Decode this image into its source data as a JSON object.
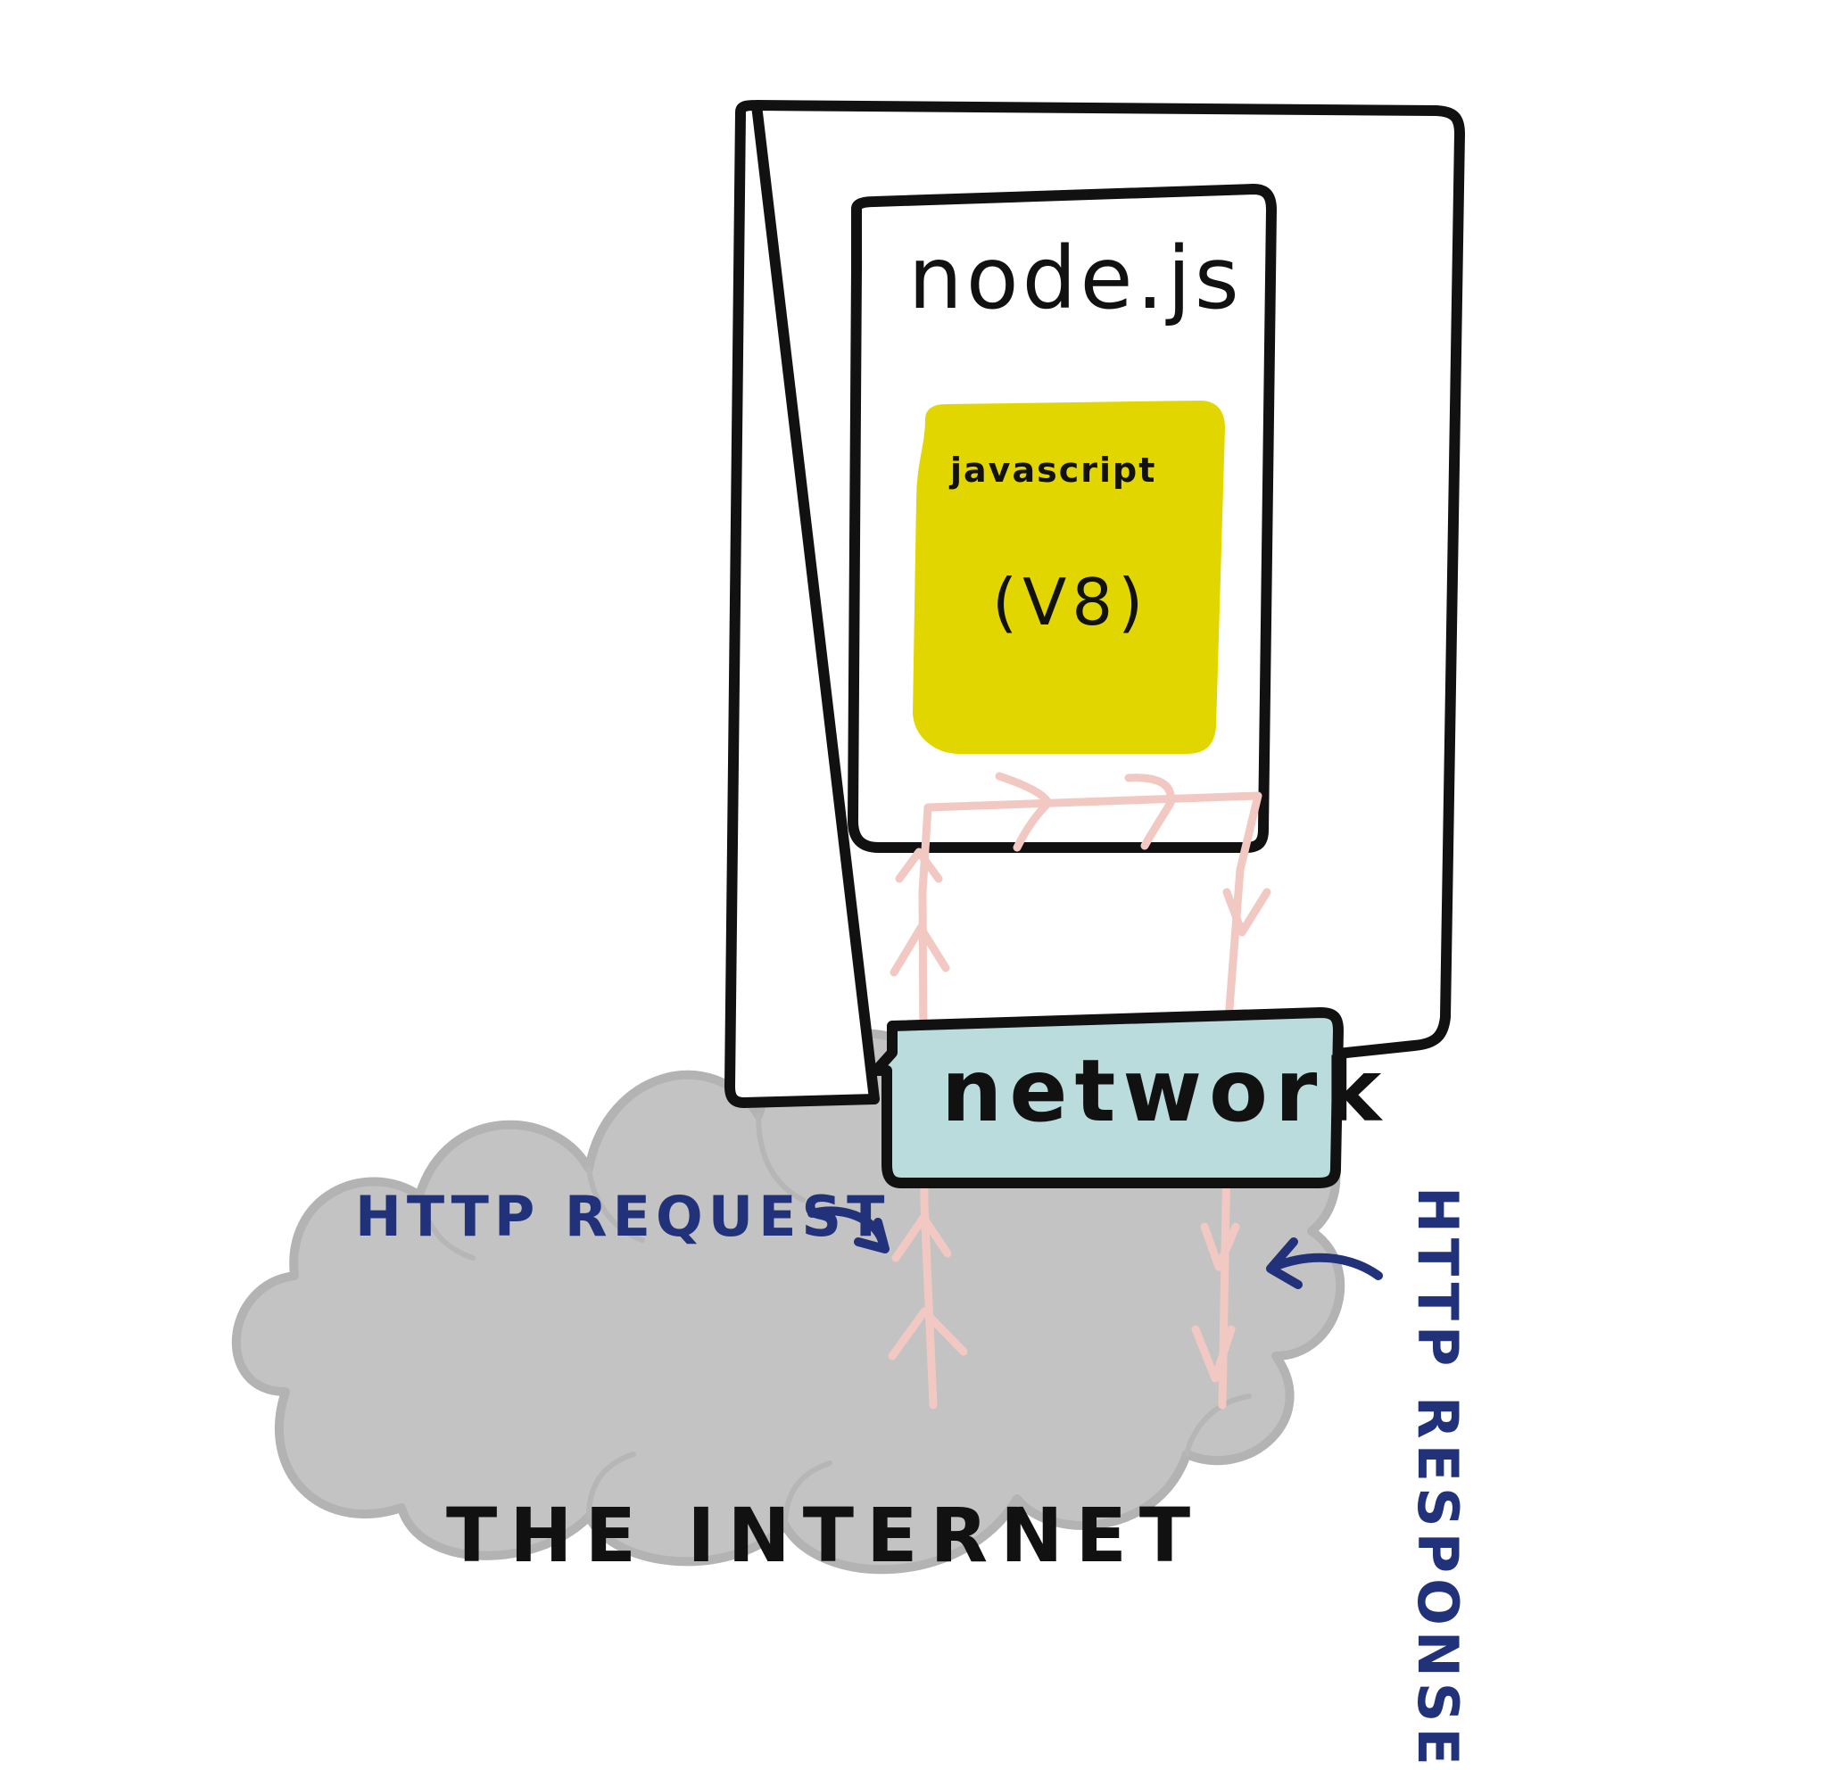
{
  "labels": {
    "runtime": "node.js",
    "engine_line1": "javascript",
    "engine_line2": "(V8)",
    "network": "network",
    "internet": "THE INTERNET",
    "request": "HTTP REQUEST",
    "response": "HTTP RESPONSE"
  },
  "colors": {
    "outline": "#111111",
    "engine_fill": "#e2d600",
    "network_fill": "#badcdd",
    "cloud_fill": "#c3c3c3",
    "cloud_stroke": "#b3b3b3",
    "flow_arrows": "#f2c9c2",
    "annotation": "#22327a"
  }
}
